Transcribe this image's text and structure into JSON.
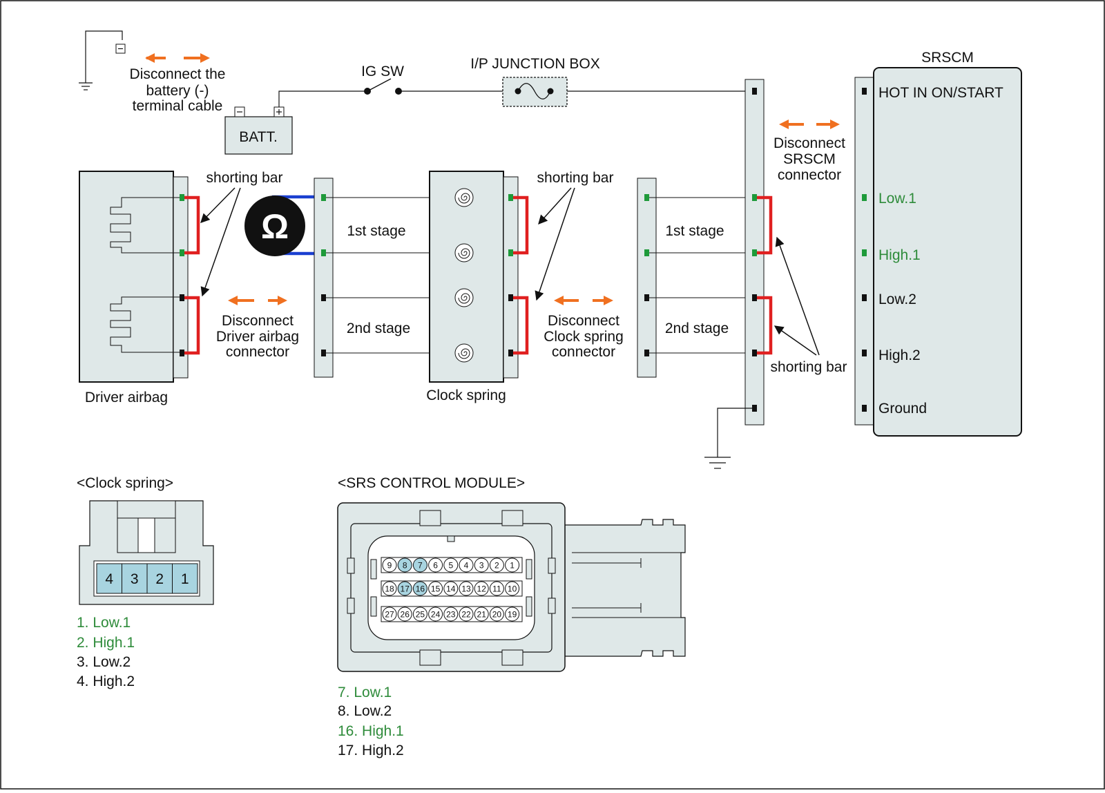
{
  "battery": {
    "disconnect_label": [
      "Disconnect the",
      "battery (-)",
      "terminal cable"
    ],
    "batt_label": "BATT.",
    "neg_symbol": "-",
    "pos_symbol": "+"
  },
  "ig_switch": {
    "label": "IG SW"
  },
  "junction_box": {
    "label": "I/P JUNCTION BOX"
  },
  "srscm": {
    "title": "SRSCM",
    "pins": [
      {
        "label": "HOT IN ON/START",
        "color": "#111111"
      },
      {
        "label": "Low.1",
        "color": "#2e8b3a"
      },
      {
        "label": "High.1",
        "color": "#2e8b3a"
      },
      {
        "label": "Low.2",
        "color": "#111111"
      },
      {
        "label": "High.2",
        "color": "#111111"
      },
      {
        "label": "Ground",
        "color": "#111111"
      }
    ],
    "disconnect_label": [
      "Disconnect",
      "SRSCM",
      "connector"
    ]
  },
  "driver_airbag": {
    "label": "Driver airbag",
    "disconnect_label": [
      "Disconnect",
      "Driver airbag",
      "connector"
    ]
  },
  "clock_spring": {
    "label": "Clock spring",
    "disconnect_label": [
      "Disconnect",
      "Clock spring",
      "connector"
    ]
  },
  "ohmmeter": {
    "symbol": "Ω"
  },
  "stage_labels": {
    "first": "1st stage",
    "second": "2nd stage"
  },
  "shorting_bar_label": "shorting bar",
  "clock_spring_connector": {
    "title": "<Clock spring>",
    "pins": [
      "4",
      "3",
      "2",
      "1"
    ],
    "legend": [
      {
        "text": "1. Low.1",
        "color": "#2e8b3a"
      },
      {
        "text": "2. High.1",
        "color": "#2e8b3a"
      },
      {
        "text": "3. Low.2",
        "color": "#111111"
      },
      {
        "text": "4. High.2",
        "color": "#111111"
      }
    ]
  },
  "srs_module_connector": {
    "title": "<SRS CONTROL MODULE>",
    "rows": [
      [
        "9",
        "8",
        "7",
        "6",
        "5",
        "4",
        "3",
        "2",
        "1"
      ],
      [
        "18",
        "17",
        "16",
        "15",
        "14",
        "13",
        "12",
        "11",
        "10"
      ],
      [
        "27",
        "26",
        "25",
        "24",
        "23",
        "22",
        "21",
        "20",
        "19"
      ]
    ],
    "highlighted_pins": [
      "8",
      "7",
      "17",
      "16"
    ],
    "legend": [
      {
        "text": "7. Low.1",
        "color": "#2e8b3a"
      },
      {
        "text": "8. Low.2",
        "color": "#111111"
      },
      {
        "text": "16. High.1",
        "color": "#2e8b3a"
      },
      {
        "text": "17. High.2",
        "color": "#111111"
      }
    ]
  },
  "colors": {
    "arrow_orange": "#f07020",
    "shorting_red": "#e02020",
    "meter_blue": "#1a3fd0",
    "pin_green": "#1e9a3a",
    "pin_black": "#111111",
    "panel_fill": "#dfe8e8",
    "pin_highlight": "#a8d4e0"
  }
}
